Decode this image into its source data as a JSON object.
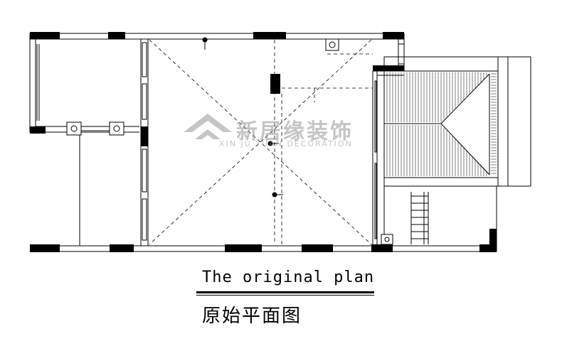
{
  "caption": {
    "english": "The original plan",
    "chinese": "原始平面图"
  },
  "watermark": {
    "brand": "新居缘装饰",
    "brand_en": "XIN JU YUAN DECORATION",
    "color": "#969696"
  },
  "colors": {
    "line": "#000000",
    "background": "#ffffff"
  }
}
